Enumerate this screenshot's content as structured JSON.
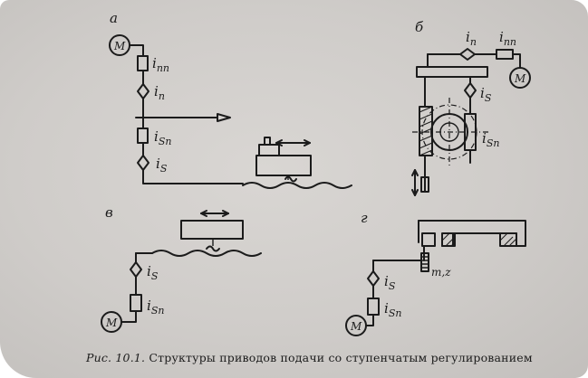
{
  "panels": {
    "a": {
      "letter": "а"
    },
    "b": {
      "letter": "б"
    },
    "v": {
      "letter": "в"
    },
    "g": {
      "letter": "г"
    }
  },
  "symbols": {
    "motor": "М",
    "i": "i",
    "sub_n": "n",
    "sub_nn": "nn",
    "sub_s": "S",
    "sub_sn": "Sn",
    "mz": "m,z"
  },
  "caption": {
    "number": "Рис. 10.1.",
    "text": "Структуры приводов подачи со ступенчатым регулированием"
  }
}
